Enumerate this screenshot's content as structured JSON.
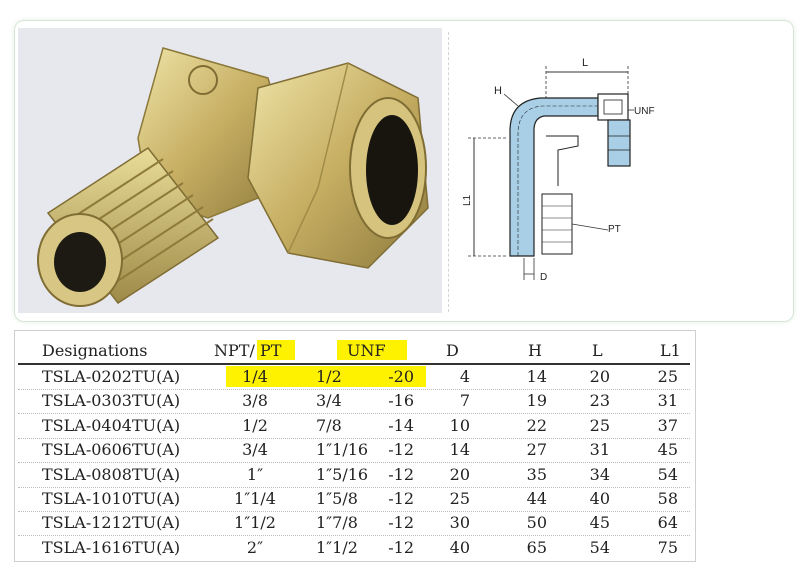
{
  "diagram_labels": {
    "L": "L",
    "H": "H",
    "UNF": "UNF",
    "L1": "L1",
    "PT": "PT",
    "D": "D"
  },
  "table": {
    "headers": {
      "designations": "Designations",
      "npt_pt_a": "NPT/",
      "npt_pt_b": "PT",
      "unf": "UNF",
      "d": "D",
      "h": "H",
      "l": "L",
      "l1": "L1"
    },
    "rows": [
      {
        "designation": "TSLA-0202TU(A)",
        "npt": "1/4",
        "unf_a": "1/2",
        "unf_b": "-20",
        "d": "4",
        "h": "14",
        "l": "20",
        "l1": "25"
      },
      {
        "designation": "TSLA-0303TU(A)",
        "npt": "3/8",
        "unf_a": "3/4",
        "unf_b": "-16",
        "d": "7",
        "h": "19",
        "l": "23",
        "l1": "31"
      },
      {
        "designation": "TSLA-0404TU(A)",
        "npt": "1/2",
        "unf_a": "7/8",
        "unf_b": "-14",
        "d": "10",
        "h": "22",
        "l": "25",
        "l1": "37"
      },
      {
        "designation": "TSLA-0606TU(A)",
        "npt": "3/4",
        "unf_a": "1″1/16",
        "unf_b": "-12",
        "d": "14",
        "h": "27",
        "l": "31",
        "l1": "45"
      },
      {
        "designation": "TSLA-0808TU(A)",
        "npt": "1″",
        "unf_a": "1″5/16",
        "unf_b": "-12",
        "d": "20",
        "h": "35",
        "l": "34",
        "l1": "54"
      },
      {
        "designation": "TSLA-1010TU(A)",
        "npt": "1″1/4",
        "unf_a": "1″5/8",
        "unf_b": "-12",
        "d": "25",
        "h": "44",
        "l": "40",
        "l1": "58"
      },
      {
        "designation": "TSLA-1212TU(A)",
        "npt": "1″1/2",
        "unf_a": "1″7/8",
        "unf_b": "-12",
        "d": "30",
        "h": "50",
        "l": "45",
        "l1": "64"
      },
      {
        "designation": "TSLA-1616TU(A)",
        "npt": "2″",
        "unf_a": "1″1/2",
        "unf_b": "-12",
        "d": "40",
        "h": "65",
        "l": "54",
        "l1": "75"
      }
    ]
  },
  "colors": {
    "highlight": "#fff200",
    "diagram_fill": "#a9cfe6",
    "metal": "#c8b467"
  }
}
